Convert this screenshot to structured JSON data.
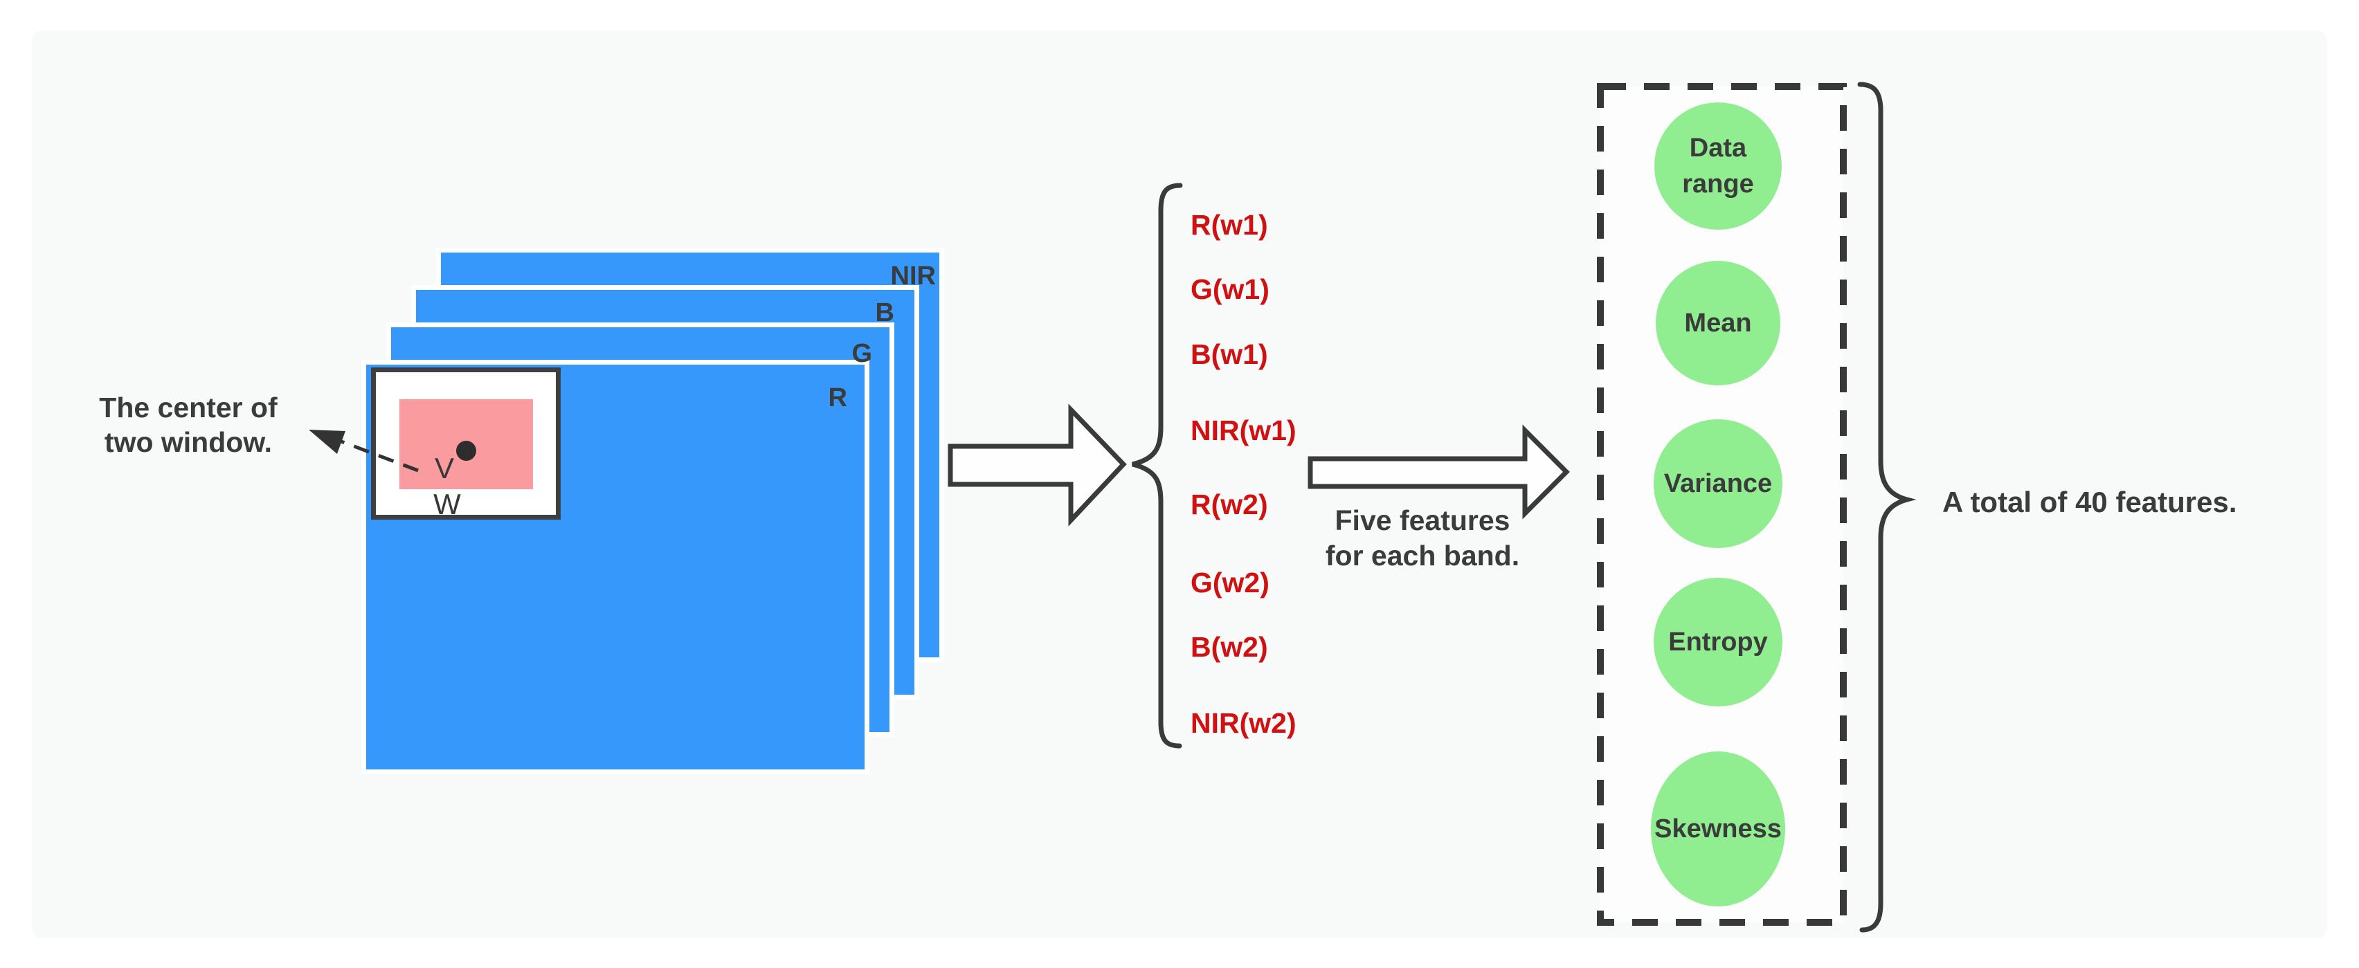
{
  "window_annotation": {
    "line1": "The center of",
    "line2": "two window."
  },
  "sliding_window": {
    "inner_label": "V",
    "outer_label": "W"
  },
  "bands": [
    {
      "label": "NIR"
    },
    {
      "label": "B"
    },
    {
      "label": "G"
    },
    {
      "label": "R"
    }
  ],
  "band_window_features": [
    {
      "label": "R(w1)"
    },
    {
      "label": "G(w1)"
    },
    {
      "label": "B(w1)"
    },
    {
      "label": "NIR(w1)"
    },
    {
      "label": "R(w2)"
    },
    {
      "label": "G(w2)"
    },
    {
      "label": "B(w2)"
    },
    {
      "label": "NIR(w2)"
    }
  ],
  "arrow_caption": {
    "line1": "Five features",
    "line2": "for each band."
  },
  "statistical_features": [
    {
      "label": "Data\nrange"
    },
    {
      "label": "Mean"
    },
    {
      "label": "Variance"
    },
    {
      "label": "Entropy"
    },
    {
      "label": "Skewness"
    }
  ],
  "total_caption": "A total of 40 features.",
  "colors": {
    "band_blue": "#3598fa",
    "window_pink": "#fa9ba0",
    "feature_green": "#90ee90",
    "red_text": "#d01111",
    "stroke_dark": "#3a3a3a",
    "panel_bg": "#f8f9f9"
  }
}
